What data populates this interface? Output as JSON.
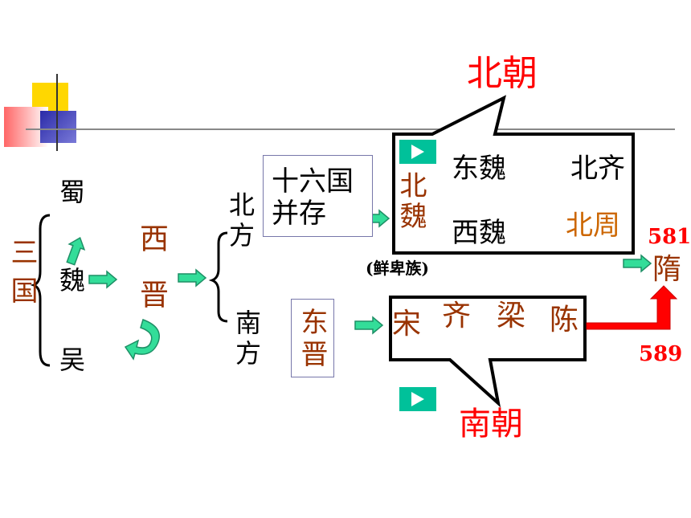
{
  "colors": {
    "black": "#000000",
    "brown": "#993300",
    "orange": "#CC6600",
    "red": "#FF0000",
    "arrow_fill": "#33DD99",
    "arrow_stroke": "#1E8F66",
    "play_button": "#00C19A"
  },
  "three_kingdoms": {
    "label": "三国",
    "shu": "蜀",
    "wei": "魏",
    "wu": "吴"
  },
  "western_jin": "西晋",
  "north": {
    "label": "北方",
    "sixteen_kingdoms": "十六国并存",
    "northern_wei": "北魏",
    "xianbei_note": "(鲜卑族)",
    "eastern_wei": "东魏",
    "western_wei": "西魏",
    "northern_qi": "北齐",
    "northern_zhou": "北周",
    "callout_title": "北朝"
  },
  "south": {
    "label": "南方",
    "eastern_jin": "东晋",
    "song": "宋",
    "qi": "齐",
    "liang": "梁",
    "chen": "陈",
    "callout_title": "南朝"
  },
  "sui": {
    "name": "隋",
    "year_founded": "581",
    "year_unified": "589"
  },
  "icons": [
    "play-icon",
    "play-icon",
    "arrow-icon",
    "curved-arrow-icon",
    "brace-icon",
    "title-bar-decoration"
  ]
}
